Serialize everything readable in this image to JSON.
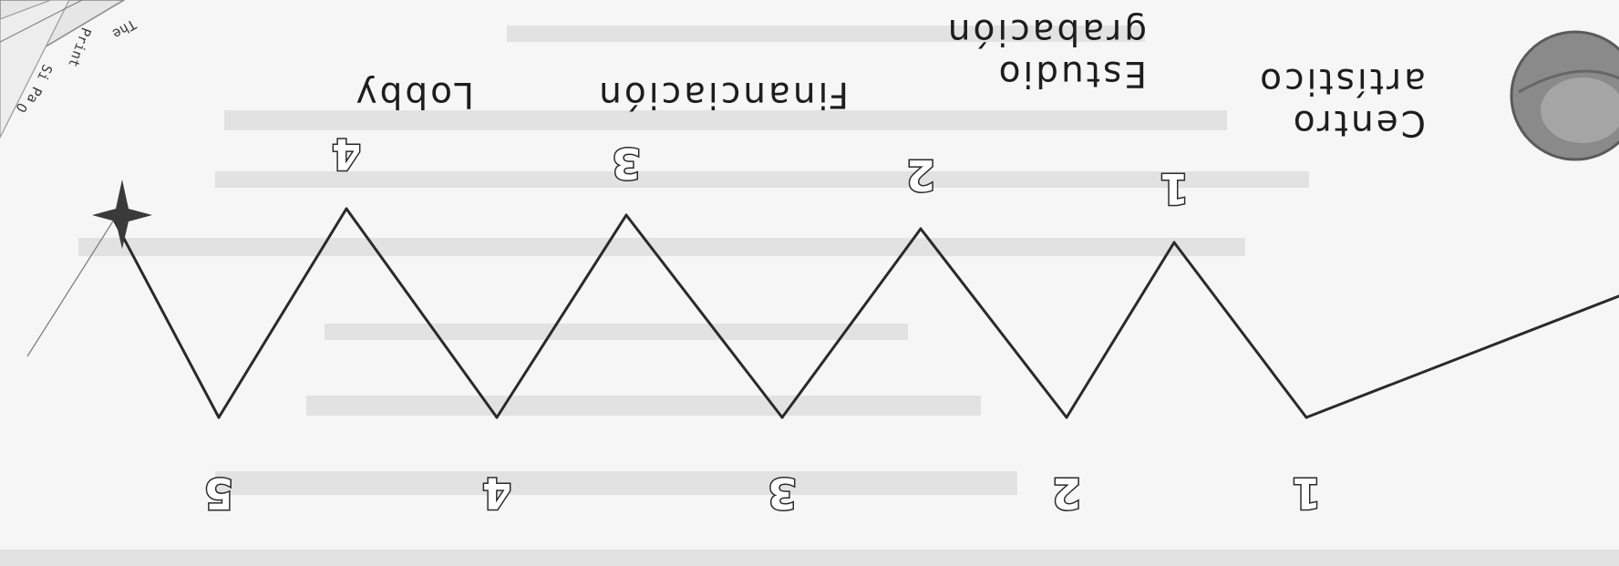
{
  "steps": [
    {
      "number": "1",
      "label": "Centro\nartístico"
    },
    {
      "number": "2",
      "label": "Estudio\ngrabación"
    },
    {
      "number": "3",
      "label": "Financiación"
    },
    {
      "number": "4",
      "label": "Lobby"
    }
  ],
  "valleys": [
    "1",
    "2",
    "3",
    "4",
    "5"
  ],
  "doodle": {
    "line1": "The",
    "line2": "Print",
    "line3": "Si Pa",
    "line4": "O"
  },
  "colors": {
    "line": "#2a2a2a",
    "star": "#3a3a3a",
    "paper": "#f4f4f4"
  }
}
